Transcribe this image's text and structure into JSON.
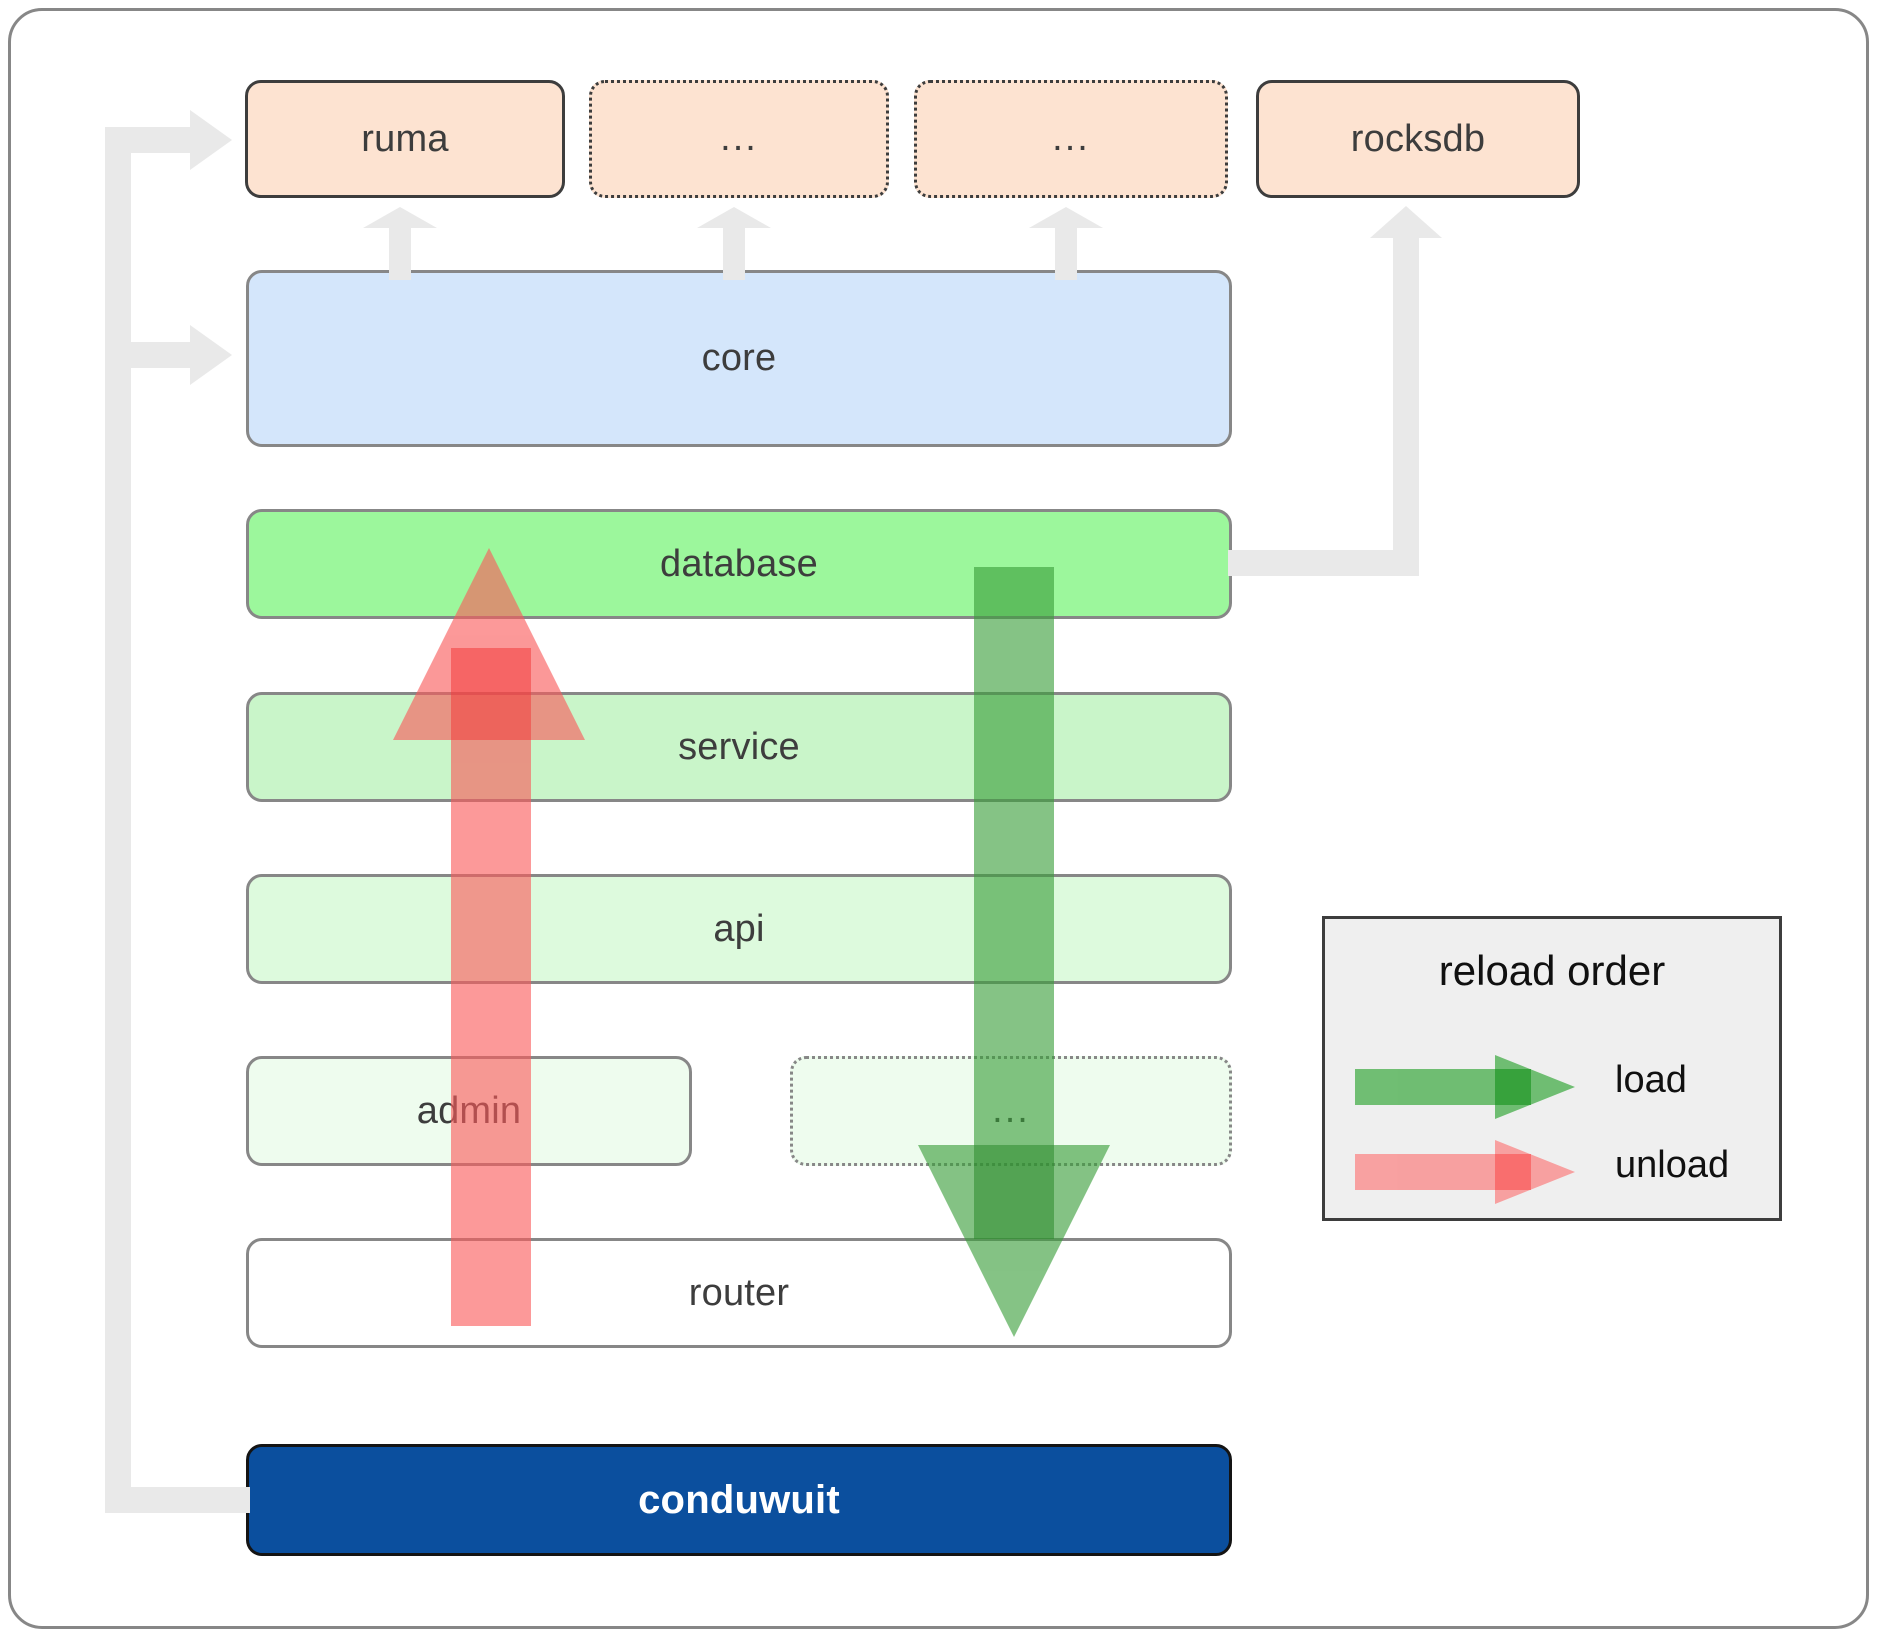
{
  "diagram": {
    "title": "conduwuit crate / reload-order architecture diagram",
    "colors": {
      "crate_fill": "#fde3d1",
      "crate_stroke": "#3d3d3d",
      "core_fill": "#d4e6fb",
      "stack_stroke": "#878787",
      "root_fill": "#0b4f9e",
      "root_text": "#ffffff",
      "load_arrow": "#5cb85c",
      "unload_arrow": "#fa8a8a",
      "connector": "#e9e9e9",
      "legend_fill": "#efefef",
      "frame_stroke": "#878787"
    },
    "crates": [
      {
        "label": "ruma",
        "style": "solid",
        "name": "crate-ruma"
      },
      {
        "label": "...",
        "style": "dotted",
        "name": "crate-ellipsis-1"
      },
      {
        "label": "...",
        "style": "dotted",
        "name": "crate-ellipsis-2"
      },
      {
        "label": "rocksdb",
        "style": "solid",
        "name": "crate-rocksdb"
      }
    ],
    "core": {
      "label": "core",
      "fill": "#d4e6fb"
    },
    "stack": [
      {
        "label": "database",
        "fill": "#9cf79c",
        "style": "solid"
      },
      {
        "label": "service",
        "fill": "#c9f5c9",
        "style": "solid"
      },
      {
        "label": "api",
        "fill": "#ddfadd",
        "style": "solid"
      },
      {
        "label": "admin",
        "fill": "#eefcee",
        "style": "solid"
      },
      {
        "label": "...",
        "fill": "#eefcee",
        "style": "dotted"
      },
      {
        "label": "router",
        "fill": "#ffffff",
        "style": "solid"
      }
    ],
    "root": {
      "label": "conduwuit"
    },
    "legend": {
      "title": "reload order",
      "items": [
        {
          "label": "load",
          "color": "#5cb85c"
        },
        {
          "label": "unload",
          "color": "#fa8a8a"
        }
      ]
    },
    "flow_arrows": [
      {
        "name": "unload-arrow",
        "direction": "up",
        "from": "router",
        "to": "database",
        "color": "#fa8a8a"
      },
      {
        "name": "load-arrow",
        "direction": "down",
        "from": "database",
        "to": "router",
        "color": "#5cb85c"
      }
    ]
  }
}
